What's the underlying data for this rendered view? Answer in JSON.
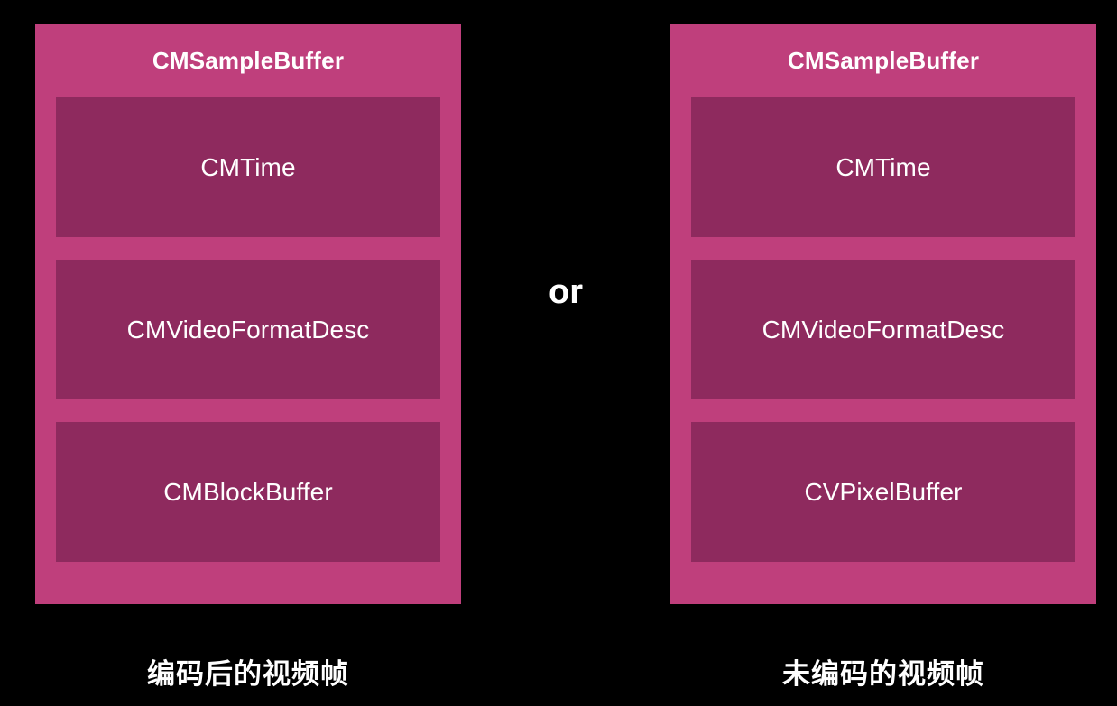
{
  "background_color": "#000000",
  "panel_color": "#bf3f7c",
  "slot_color": "#8e2a5e",
  "text_color": "#ffffff",
  "connector": {
    "label": "or"
  },
  "panels": [
    {
      "title": "CMSampleBuffer",
      "caption": "编码后的视频帧",
      "slots": [
        {
          "label": "CMTime"
        },
        {
          "label": "CMVideoFormatDesc"
        },
        {
          "label": "CMBlockBuffer"
        }
      ]
    },
    {
      "title": "CMSampleBuffer",
      "caption": "未编码的视频帧",
      "slots": [
        {
          "label": "CMTime"
        },
        {
          "label": "CMVideoFormatDesc"
        },
        {
          "label": "CVPixelBuffer"
        }
      ]
    }
  ]
}
